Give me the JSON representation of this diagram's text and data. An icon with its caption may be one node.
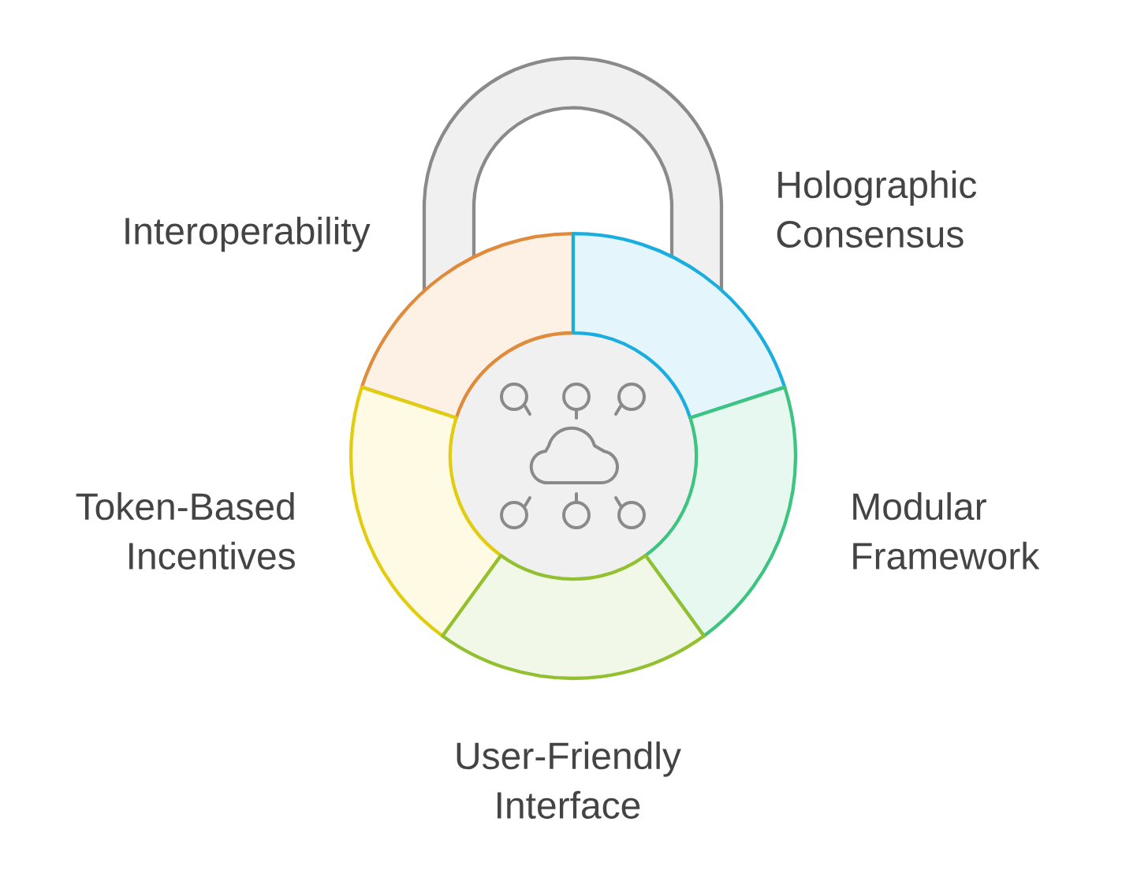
{
  "diagram": {
    "nodes": [
      {
        "text": [
          "Interoperability"
        ]
      },
      {
        "text": [
          "Holographic Consensus"
        ]
      },
      {
        "text": [
          "Token-Based Incentives"
        ]
      },
      {
        "text": [
          "Modular Framework"
        ]
      },
      {
        "text": [
          "User-Friendly Interface"
        ]
      }
    ]
  }
}
